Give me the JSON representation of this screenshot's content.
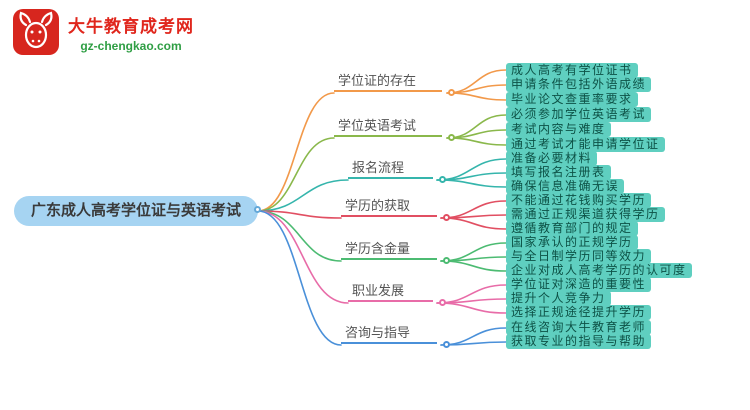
{
  "brand": {
    "logo_icon": "bull-seal-icon",
    "title": "大牛教育成考网",
    "domain": "gz-chengkao.com",
    "title_color": "#e0261c",
    "domain_color": "#2f9e44",
    "seal_color": "#d7261e"
  },
  "mindmap": {
    "root": {
      "label": "广东成人高考学位证与英语考试",
      "bg": "#a6d4f2"
    },
    "leaf_bg": "#5fcfc0",
    "branches": [
      {
        "label": "学位证的存在",
        "color": "#f2994a",
        "children": [
          "成人高考有学位证书",
          "申请条件包括外语成绩",
          "毕业论文查重率要求"
        ]
      },
      {
        "label": "学位英语考试",
        "color": "#8ab84b",
        "children": [
          "必须参加学位英语考试",
          "考试内容与难度",
          "通过考试才能申请学位证"
        ]
      },
      {
        "label": "报名流程",
        "color": "#35b5ac",
        "children": [
          "准备必要材料",
          "填写报名注册表",
          "确保信息准确无误"
        ]
      },
      {
        "label": "学历的获取",
        "color": "#e14f62",
        "children": [
          "不能通过花钱购买学历",
          "需通过正规渠道获得学历",
          "遵循教育部门的规定"
        ]
      },
      {
        "label": "学历含金量",
        "color": "#4cbb72",
        "children": [
          "国家承认的正规学历",
          "与全日制学历同等效力",
          "企业对成人高考学历的认可度"
        ]
      },
      {
        "label": "职业发展",
        "color": "#e86ca8",
        "children": [
          "学位证对深造的重要性",
          "提升个人竞争力",
          "选择正规途径提升学历"
        ]
      },
      {
        "label": "咨询与指导",
        "color": "#4a90d9",
        "children": [
          "在线咨询大牛教育老师",
          "获取专业的指导与帮助"
        ]
      }
    ]
  }
}
